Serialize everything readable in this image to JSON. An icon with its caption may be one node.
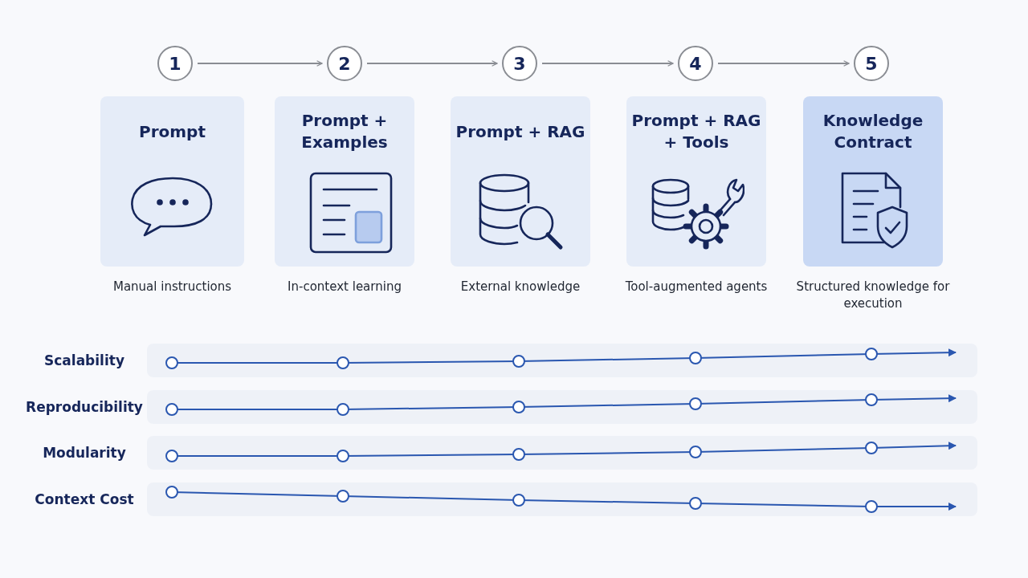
{
  "diagram": {
    "nodes": [
      {
        "text": [
          "1"
        ]
      },
      {
        "text": [
          "2"
        ]
      },
      {
        "text": [
          "3"
        ]
      },
      {
        "text": [
          "4"
        ]
      },
      {
        "text": [
          "5"
        ]
      },
      {
        "text": [
          "Prompt"
        ],
        "beside": [
          "Manual instructions"
        ]
      },
      {
        "text": [
          "Prompt + Examples"
        ],
        "beside": [
          "In-context learning"
        ]
      },
      {
        "text": [
          "Prompt + RAG"
        ],
        "beside": [
          "External knowledge"
        ]
      },
      {
        "text": [
          "Prompt + RAG + Tools"
        ],
        "beside": [
          "Tool-augmented agents"
        ]
      },
      {
        "text": [
          "Knowledge Contract"
        ],
        "beside": [
          "Structured knowledge for execution"
        ]
      }
    ],
    "edges": [
      {
        "from": 0,
        "to": 1,
        "arrow": "to"
      },
      {
        "from": 1,
        "to": 2,
        "arrow": "to"
      },
      {
        "from": 2,
        "to": 3,
        "arrow": "to"
      },
      {
        "from": 3,
        "to": 4,
        "arrow": "to"
      }
    ],
    "labels": [
      "Scalability",
      "Reproducibility",
      "Modularity",
      "Context Cost"
    ]
  }
}
